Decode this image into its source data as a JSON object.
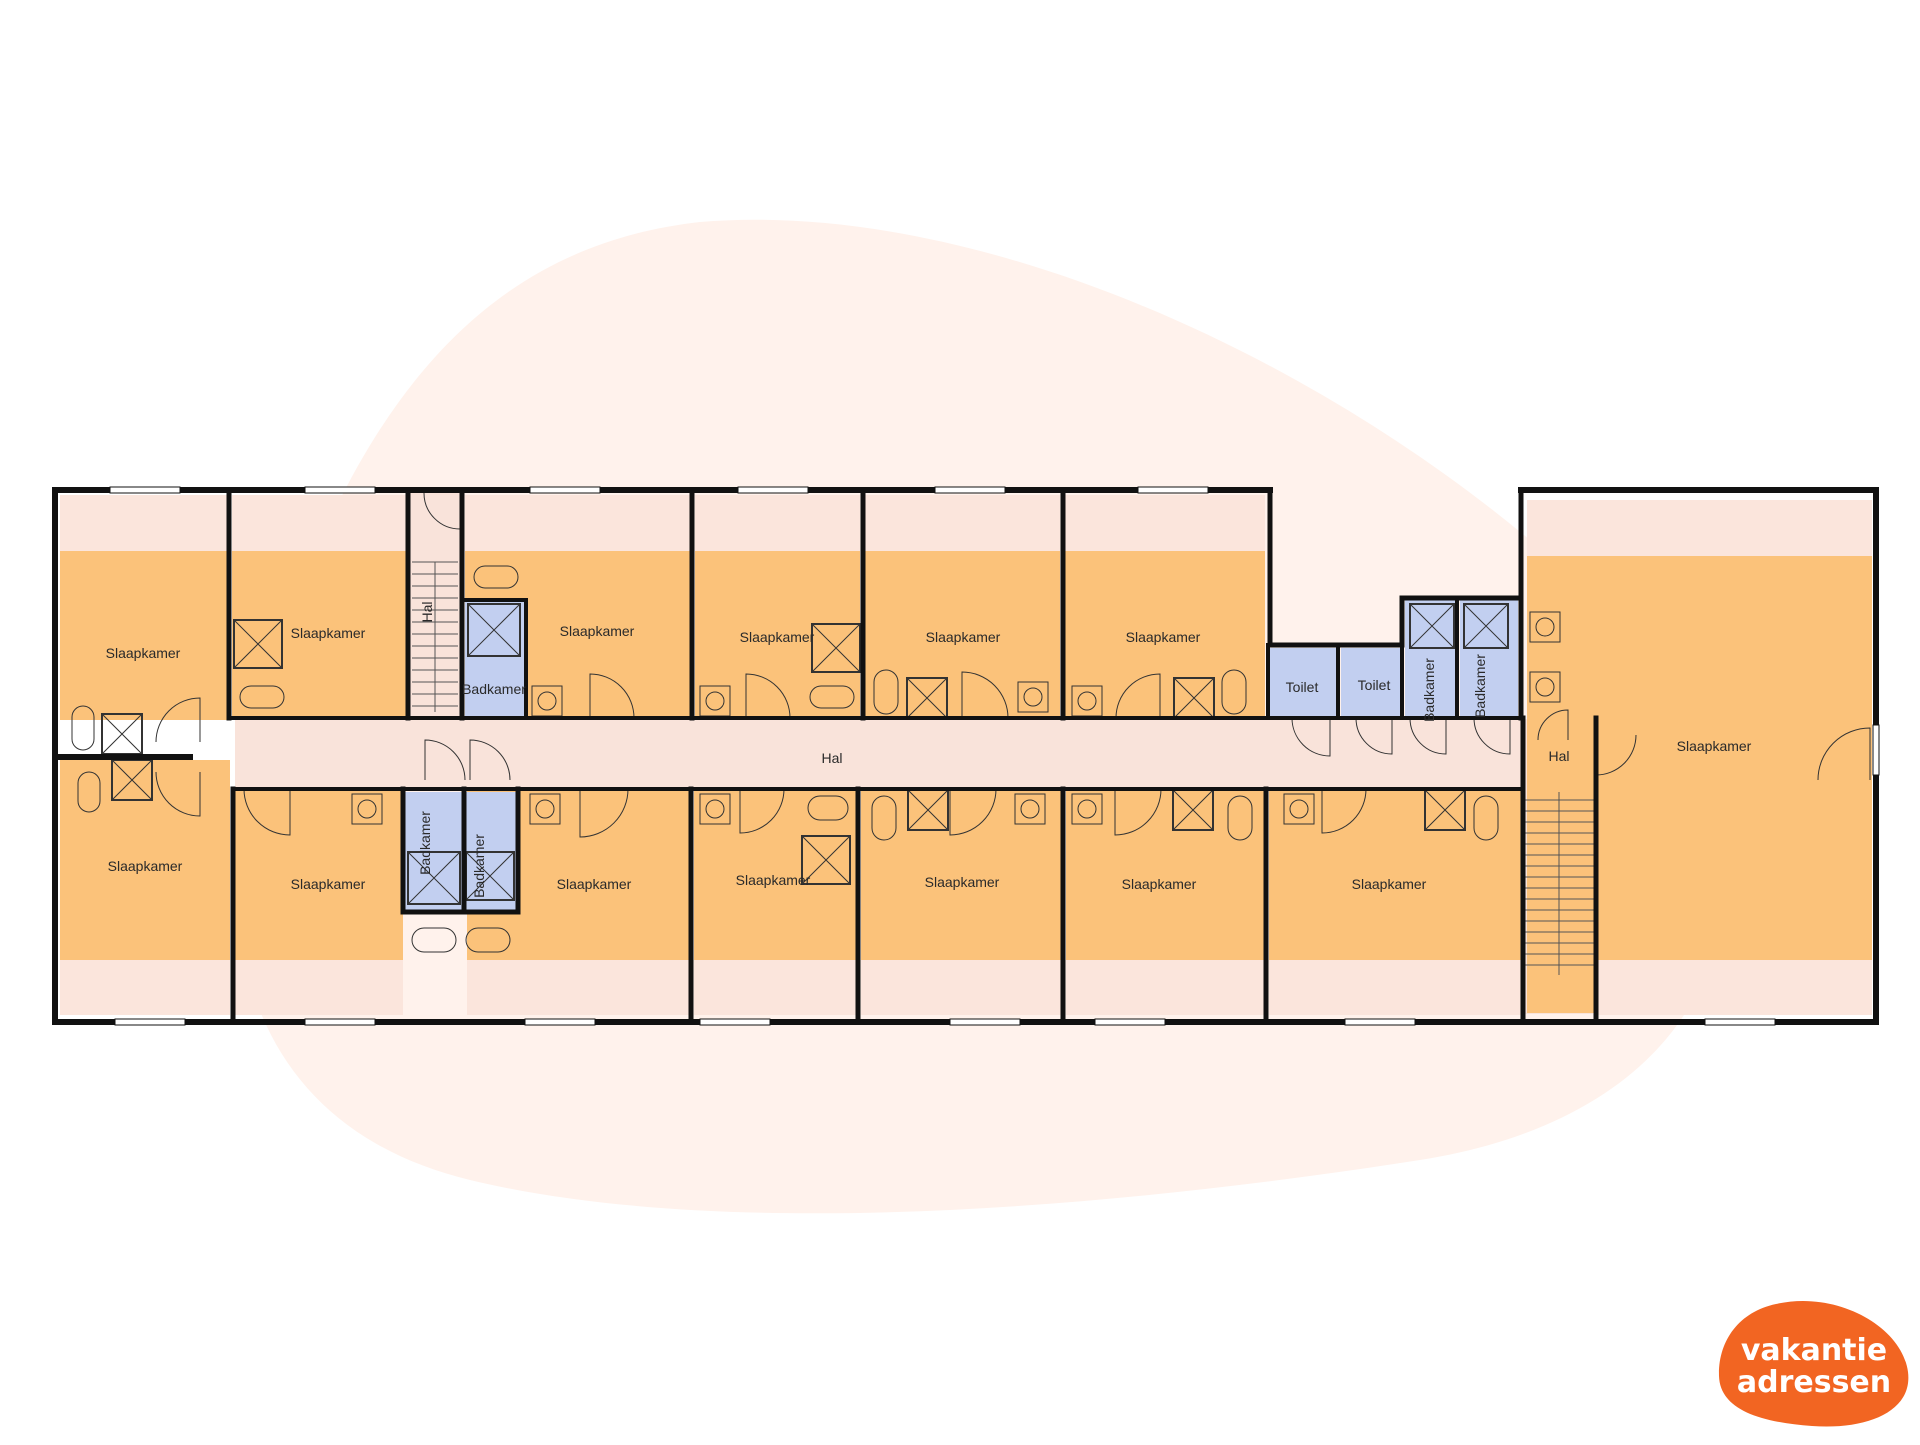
{
  "diagram": {
    "colors": {
      "bedroom": "#fbc27a",
      "bedroom_edge": "#fbe5dc",
      "bathroom": "#c2cff0",
      "hall": "#f9e3da",
      "wall": "#111111",
      "background_blob": "#fff2ec",
      "brand": "#f26522"
    },
    "rooms": [
      {
        "label": "Slaapkamer"
      },
      {
        "label": "Slaapkamer"
      },
      {
        "label": "Hal"
      },
      {
        "label": "Badkamer"
      },
      {
        "label": "Slaapkamer"
      },
      {
        "label": "Slaapkamer"
      },
      {
        "label": "Slaapkamer"
      },
      {
        "label": "Slaapkamer"
      },
      {
        "label": "Toilet"
      },
      {
        "label": "Toilet"
      },
      {
        "label": "Badkamer"
      },
      {
        "label": "Badkamer"
      },
      {
        "label": "Slaapkamer"
      },
      {
        "label": "Hal"
      },
      {
        "label": "Hal"
      },
      {
        "label": "Slaapkamer"
      },
      {
        "label": "Slaapkamer"
      },
      {
        "label": "Badkamer"
      },
      {
        "label": "Badkamer"
      },
      {
        "label": "Slaapkamer"
      },
      {
        "label": "Slaapkamer"
      },
      {
        "label": "Slaapkamer"
      },
      {
        "label": "Slaapkamer"
      },
      {
        "label": "Slaapkamer"
      }
    ]
  },
  "logo": {
    "line1": "vakantie",
    "line2": "adressen"
  }
}
